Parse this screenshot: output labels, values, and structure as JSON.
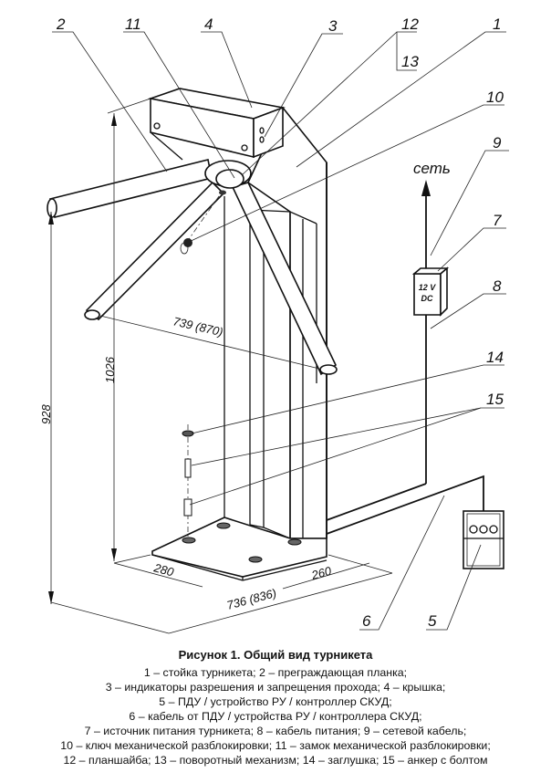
{
  "figure": {
    "callouts": [
      {
        "id": "2",
        "text": "2"
      },
      {
        "id": "11",
        "text": "11"
      },
      {
        "id": "4",
        "text": "4"
      },
      {
        "id": "3",
        "text": "3"
      },
      {
        "id": "12",
        "text": "12"
      },
      {
        "id": "13",
        "text": "13"
      },
      {
        "id": "1",
        "text": "1"
      },
      {
        "id": "10",
        "text": "10"
      },
      {
        "id": "9",
        "text": "9"
      },
      {
        "id": "7",
        "text": "7"
      },
      {
        "id": "8",
        "text": "8"
      },
      {
        "id": "14",
        "text": "14"
      },
      {
        "id": "15",
        "text": "15"
      },
      {
        "id": "6",
        "text": "6"
      },
      {
        "id": "5",
        "text": "5"
      }
    ],
    "network_label": "сеть",
    "psu_text_line1": "12 V",
    "psu_text_line2": "DC",
    "dimensions": {
      "arm_length": "739 (870)",
      "height_top": "1026",
      "height_arm": "928",
      "base_width": "280",
      "base_depth": "260",
      "overall_width": "736 (836)"
    }
  },
  "caption": {
    "title": "Рисунок 1. Общий вид турникета",
    "lines": [
      "1 – стойка турникета; 2 – преграждающая планка;",
      "3 – индикаторы разрешения и запрещения прохода; 4 – крышка;",
      "5 – ПДУ / устройство РУ / контроллер СКУД;",
      "6 – кабель от ПДУ / устройства РУ / контроллера СКУД;",
      "7 – источник питания турникета; 8 – кабель питания; 9 – сетевой кабель;",
      "10 – ключ механической разблокировки; 11 – замок механической разблокировки;",
      "12 – планшайба; 13 – поворотный механизм; 14 – заглушка; 15 – анкер с болтом"
    ]
  }
}
